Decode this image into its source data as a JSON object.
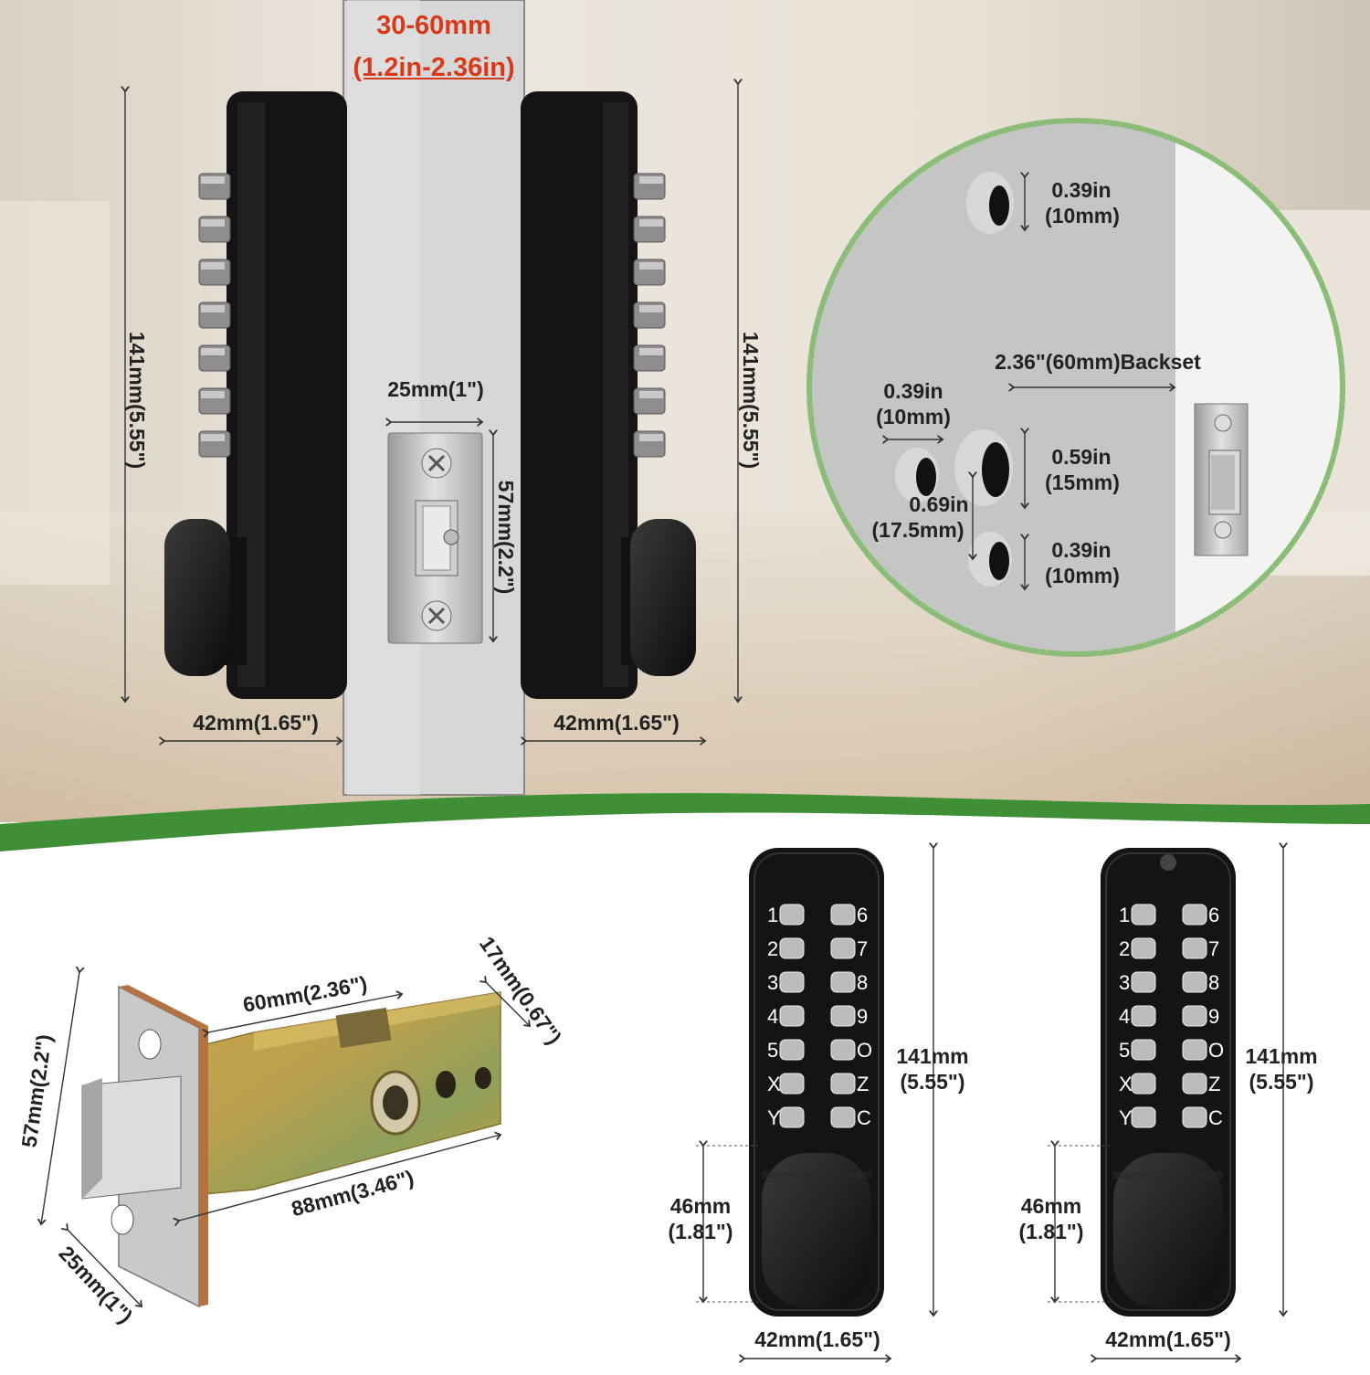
{
  "colors": {
    "accent_green": "#3e8f35",
    "lock_body": "#141414",
    "door_panel": "#dcdcdc",
    "strike_plate": "#b9b9b9",
    "thickness_label": "#d63a1a"
  },
  "top": {
    "door_thickness_mm": "30-60mm",
    "door_thickness_in": "(1.2in-2.36in)",
    "height_left": "141mm(5.55\")",
    "height_right": "141mm(5.55\")",
    "strike_width": "25mm(1\")",
    "strike_height": "57mm(2.2\")",
    "depth_left": "42mm(1.65\")",
    "depth_right": "42mm(1.65\")"
  },
  "holes": {
    "top_hole_in": "0.39in",
    "top_hole_mm": "(10mm)",
    "backset": "2.36\"(60mm)Backset",
    "left_hole_in": "0.39in",
    "left_hole_mm": "(10mm)",
    "center_hole_in": "0.59in",
    "center_hole_mm": "(15mm)",
    "spacing_in": "0.69in",
    "spacing_mm": "(17.5mm)",
    "bottom_hole_in": "0.39in",
    "bottom_hole_mm": "(10mm)"
  },
  "latch": {
    "backset": "60mm(2.36\")",
    "tube_dia": "17mm(0.67\")",
    "length": "88mm(3.46\")",
    "plate_height": "57mm(2.2\")",
    "plate_width": "25mm(1\")"
  },
  "keypad_a": {
    "height_mm": "141mm",
    "height_in": "(5.55\")",
    "knob_mm": "46mm",
    "knob_in": "(1.81\")",
    "width": "42mm(1.65\")"
  },
  "keypad_b": {
    "height_mm": "141mm",
    "height_in": "(5.55\")",
    "knob_mm": "46mm",
    "knob_in": "(1.81\")",
    "width": "42mm(1.65\")"
  },
  "keys_left": [
    "1",
    "2",
    "3",
    "4",
    "5",
    "X",
    "Y"
  ],
  "keys_right": [
    "6",
    "7",
    "8",
    "9",
    "O",
    "Z",
    "C"
  ]
}
